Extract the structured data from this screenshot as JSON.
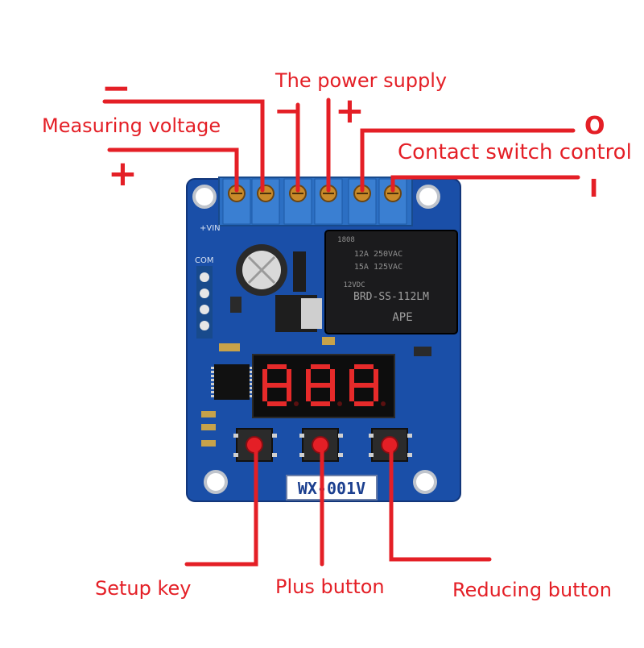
{
  "labels": {
    "power_supply": "The power supply",
    "measuring_voltage": "Measuring voltage",
    "contact_switch_control": "Contact switch control",
    "setup_key": "Setup key",
    "plus_button": "Plus button",
    "reducing_button": "Reducing button"
  },
  "symbols": {
    "measure_negative": "−",
    "measure_positive": "+",
    "power_negative": "−",
    "power_positive": "+",
    "contact_open": "O",
    "contact_closed": "I"
  },
  "board": {
    "model": "WX-001V",
    "vin_silk": "+VIN",
    "com_silk": "COM",
    "relay_brand": "APE",
    "relay_model": "BRD-SS-112LM",
    "relay_coil": "12VDC",
    "relay_rating_1": "15A 125VAC",
    "relay_rating_2": "12A 250VAC",
    "relay_code": "1808"
  },
  "display": {
    "digits": "888"
  },
  "colors": {
    "annotation": "#e41f26",
    "pcb": "#1a4fa8",
    "relay": "#1b1b1d"
  }
}
